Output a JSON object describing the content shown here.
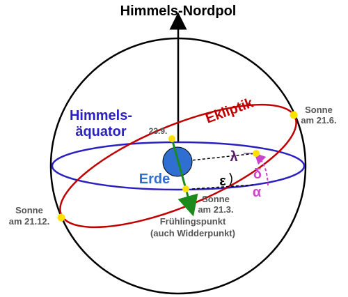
{
  "title": "Himmels-Nordpol",
  "equator": {
    "line1": "Himmels-",
    "line2": "äquator"
  },
  "ecliptic": "Ekliptik",
  "earth": "Erde",
  "date_sep": "23.9.",
  "sun_june": {
    "line1": "Sonne",
    "line2": "am 21.6."
  },
  "sun_dec": {
    "line1": "Sonne",
    "line2": "am 21.12."
  },
  "sun_march": {
    "line1": "Sonne",
    "line2": "am 21.3."
  },
  "vernal_point": {
    "line1": "Frühlingspunkt",
    "line2": "(auch Widderpunkt)"
  },
  "greek": {
    "lambda": "λ",
    "delta": "δ",
    "alpha": "α",
    "epsilon": "ε"
  },
  "colors": {
    "equator": "#2a1fbf",
    "ecliptic": "#c00000",
    "earth": "#2e6fd1",
    "arrow": "#1a8a1a",
    "sun": "#ffe000",
    "magenta": "#cc44cc",
    "gray": "#555555",
    "lambda": "#5a1a6a"
  }
}
